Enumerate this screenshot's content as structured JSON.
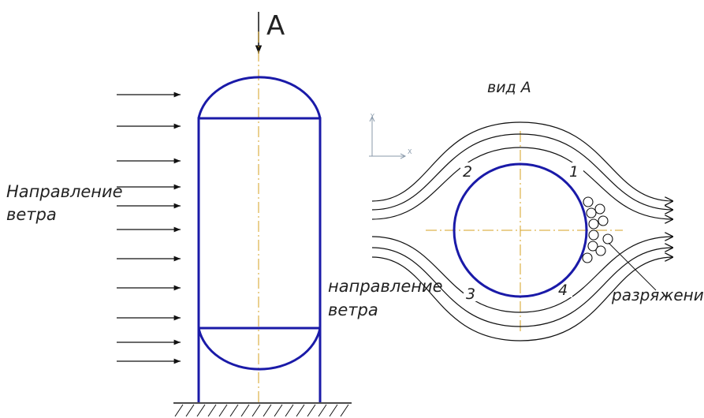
{
  "view_label": "А",
  "view_caption": "вид А",
  "wind_label_left": [
    "Направление",
    "ветра"
  ],
  "wind_label_right": [
    "направление",
    "ветра"
  ],
  "zone_numbers": [
    "1",
    "2",
    "3",
    "4"
  ],
  "rarefaction_label": "разряжение",
  "ucs_axes": {
    "x": "X",
    "y": "Y"
  },
  "colors": {
    "vessel": "#1a1aa8",
    "axis": "#d4a020",
    "lines": "#111111"
  }
}
